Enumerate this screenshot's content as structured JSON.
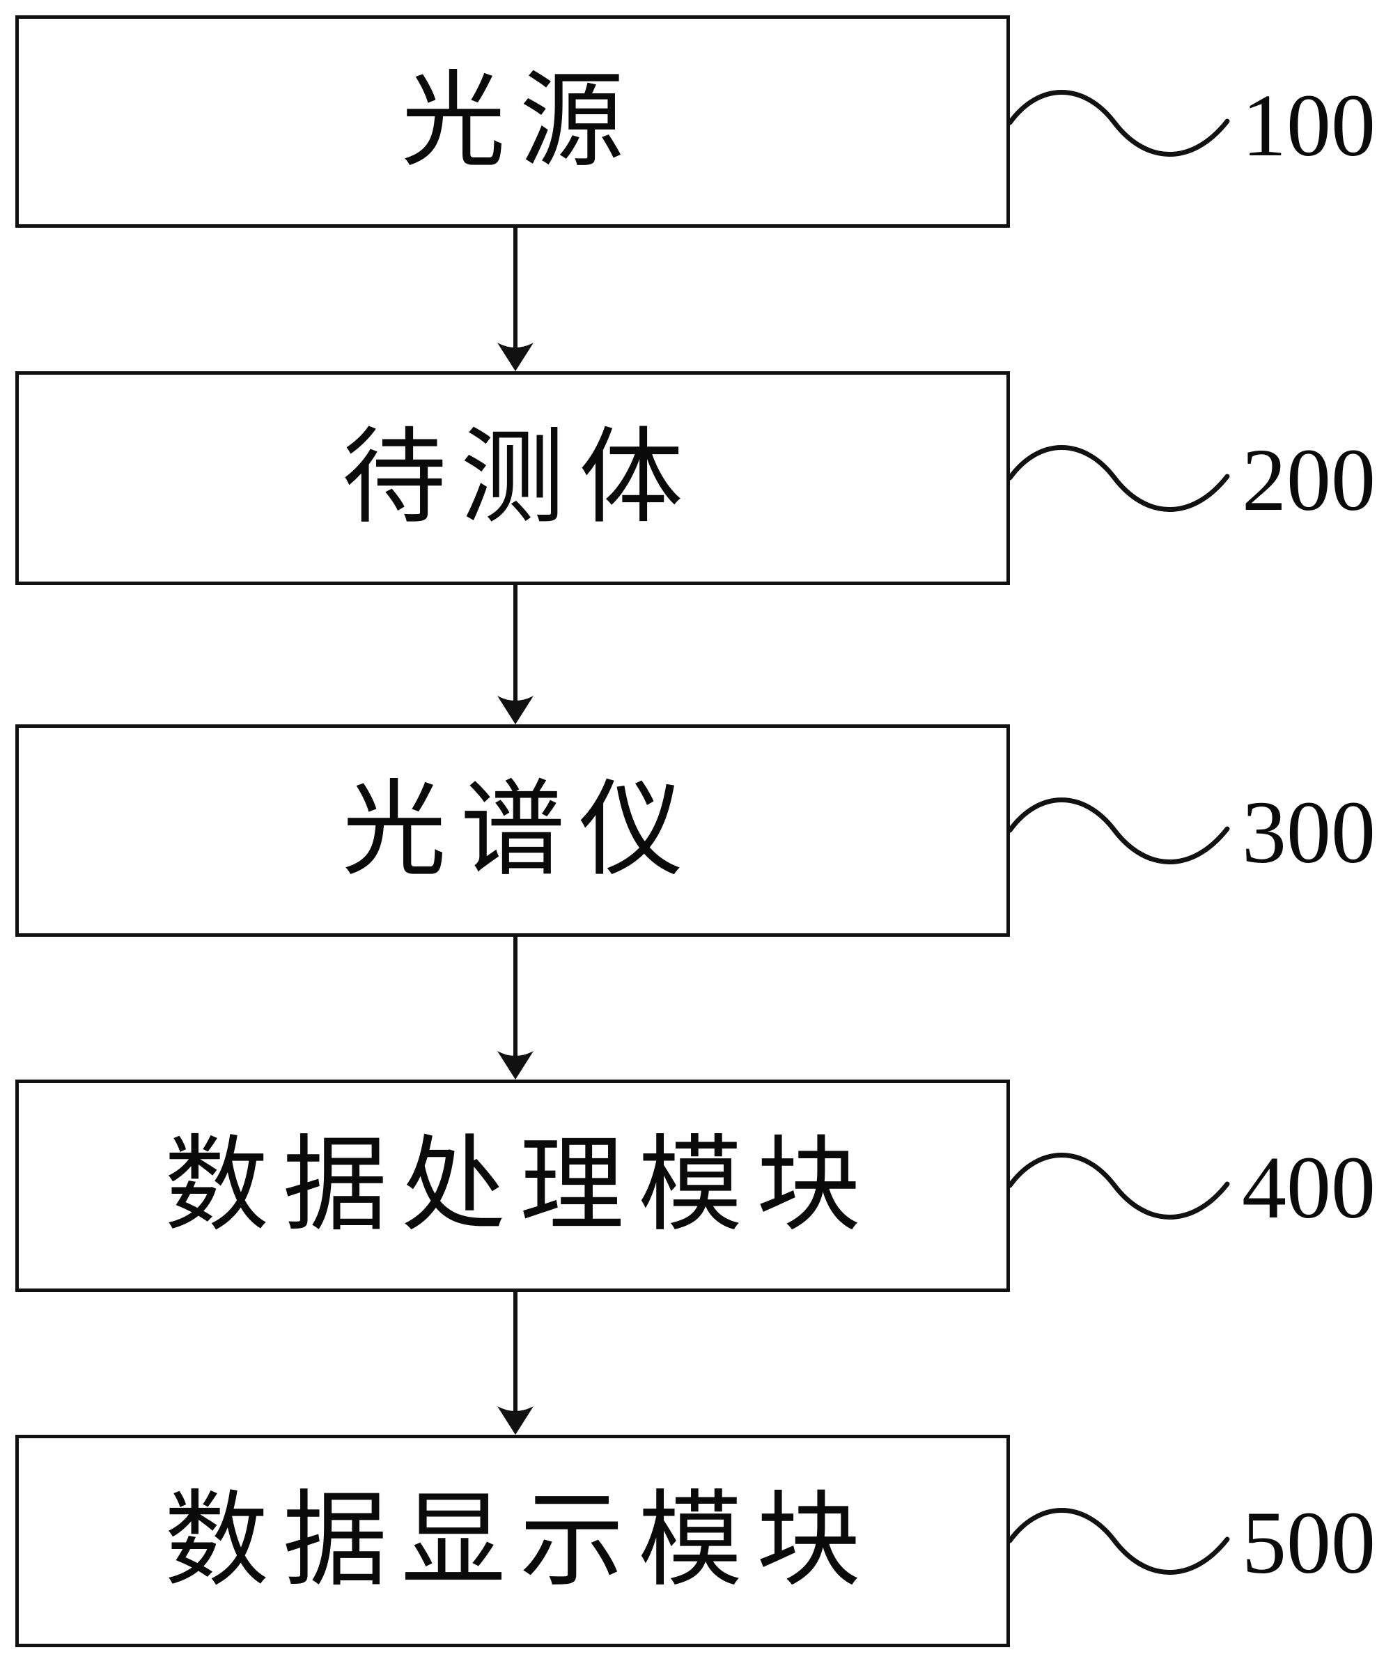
{
  "figure": {
    "type": "patent-block-diagram",
    "orientation": "vertical-flow",
    "background_color": "#ffffff",
    "line_color": "#111111",
    "text_color": "#0a0a0a"
  },
  "blocks": [
    {
      "label": "光源",
      "ref": "100",
      "connector": "squiggle-right"
    },
    {
      "label": "待测体",
      "ref": "200",
      "connector": "squiggle-right"
    },
    {
      "label": "光谱仪",
      "ref": "300",
      "connector": "squiggle-right"
    },
    {
      "label": "数据处理模块",
      "ref": "400",
      "connector": "squiggle-right"
    },
    {
      "label": "数据显示模块",
      "ref": "500",
      "connector": "squiggle-right"
    }
  ],
  "arrows": [
    {
      "from": "光源",
      "to": "待测体",
      "direction": "down"
    },
    {
      "from": "待测体",
      "to": "光谱仪",
      "direction": "down"
    },
    {
      "from": "光谱仪",
      "to": "数据处理模块",
      "direction": "down"
    },
    {
      "from": "数据处理模块",
      "to": "数据显示模块",
      "direction": "down"
    }
  ]
}
